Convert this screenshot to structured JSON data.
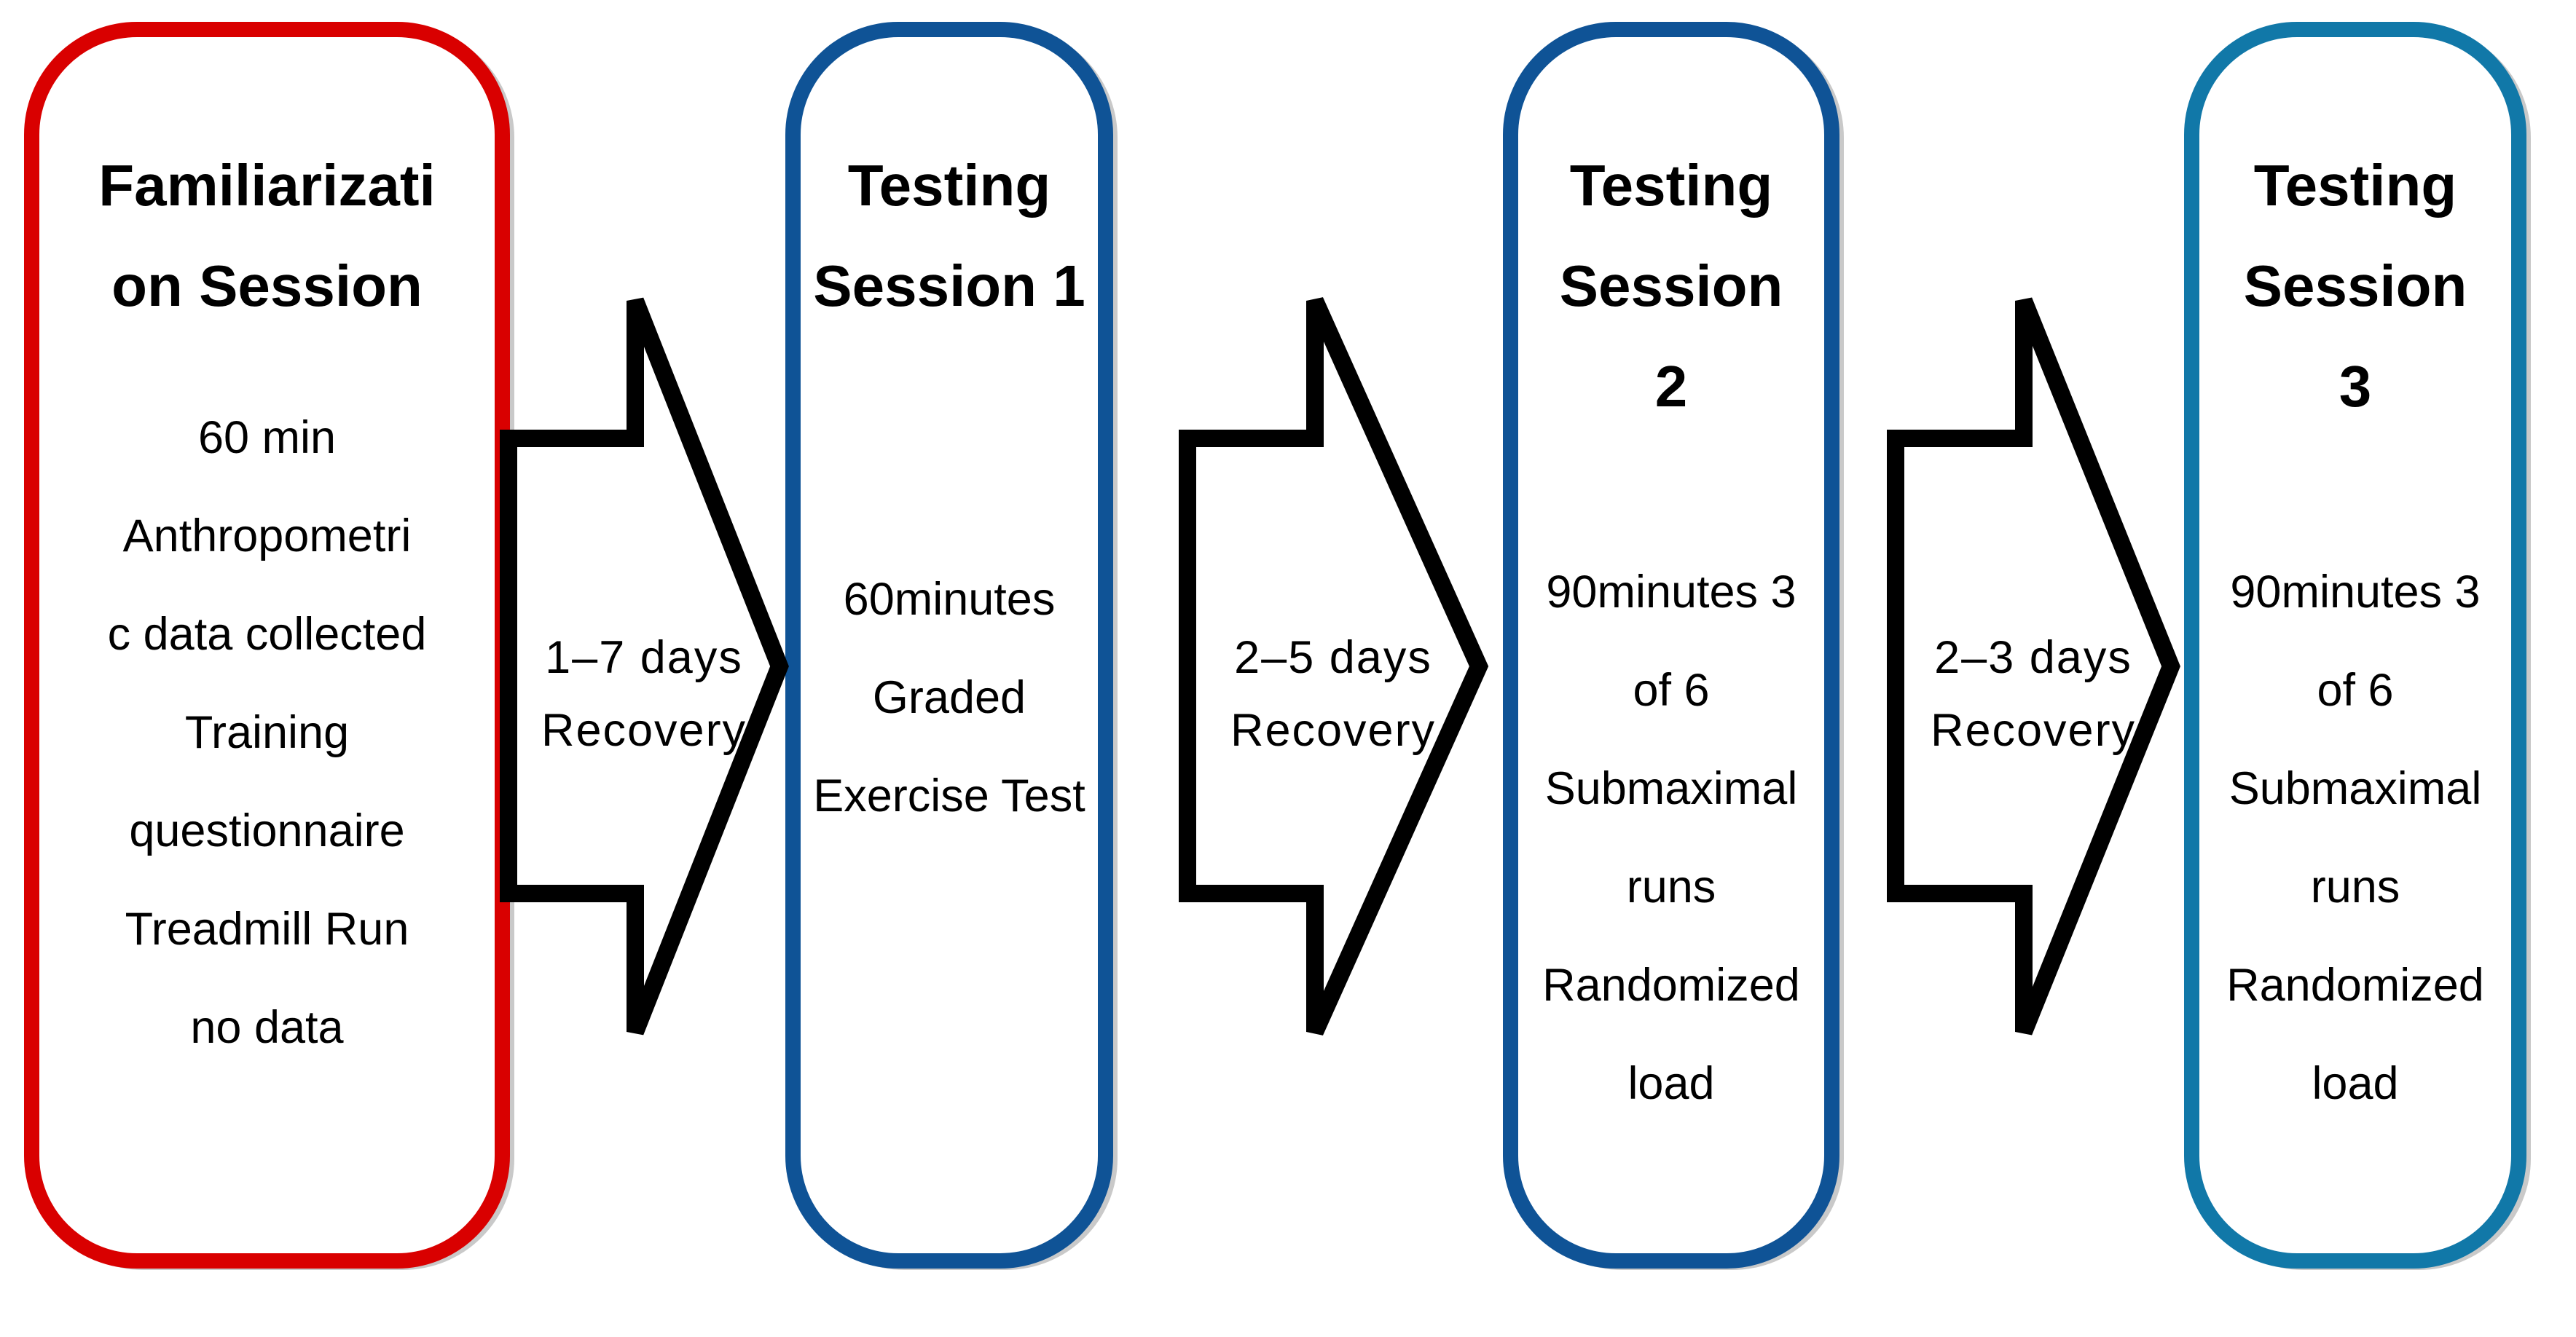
{
  "diagram": {
    "title": "Study testing schedule flow diagram",
    "colors": {
      "box1_border": "#d90000",
      "box2_border": "#0f5396",
      "box3_border": "#0f5396",
      "box4_border": "#1178a8",
      "arrow_outline": "#000000",
      "arrow_fill": "#ffffff",
      "text": "#000000",
      "background": "#ffffff"
    },
    "boxes": [
      {
        "id": "familiarization-session",
        "title_lines": [
          "Familiarizati",
          "on Session"
        ],
        "body_lines": [
          "60 min",
          "Anthropometri",
          "c data collected",
          "Training",
          "questionnaire",
          "Treadmill Run",
          "no data"
        ],
        "border_color": "#d90000"
      },
      {
        "id": "testing-session-1",
        "title_lines": [
          "Testing",
          "Session 1"
        ],
        "body_lines": [
          "60minutes",
          "Graded",
          "Exercise Test"
        ],
        "border_color": "#0f5396"
      },
      {
        "id": "testing-session-2",
        "title_lines": [
          "Testing",
          "Session",
          "2"
        ],
        "body_lines": [
          "90minutes 3",
          "of 6",
          "Submaximal",
          "runs",
          "Randomized",
          "load"
        ],
        "border_color": "#0f5396"
      },
      {
        "id": "testing-session-3",
        "title_lines": [
          "Testing",
          "Session",
          "3"
        ],
        "body_lines": [
          "90minutes 3",
          "of 6",
          "Submaximal",
          "runs",
          "Randomized",
          "load"
        ],
        "border_color": "#1178a8"
      }
    ],
    "arrows": [
      {
        "id": "recovery-arrow-1",
        "label_lines": [
          "1–7 days",
          "Recovery"
        ]
      },
      {
        "id": "recovery-arrow-2",
        "label_lines": [
          "2–5 days",
          "Recovery"
        ]
      },
      {
        "id": "recovery-arrow-3",
        "label_lines": [
          "2–3 days",
          "Recovery"
        ]
      }
    ]
  }
}
